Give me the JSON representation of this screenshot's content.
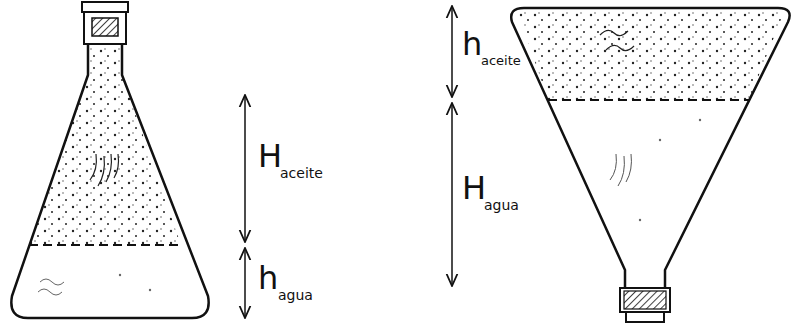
{
  "diagram": {
    "labels": [
      "H",
      "aceite",
      "h",
      "agua",
      "h",
      "aceite",
      "H",
      "agua"
    ]
  }
}
